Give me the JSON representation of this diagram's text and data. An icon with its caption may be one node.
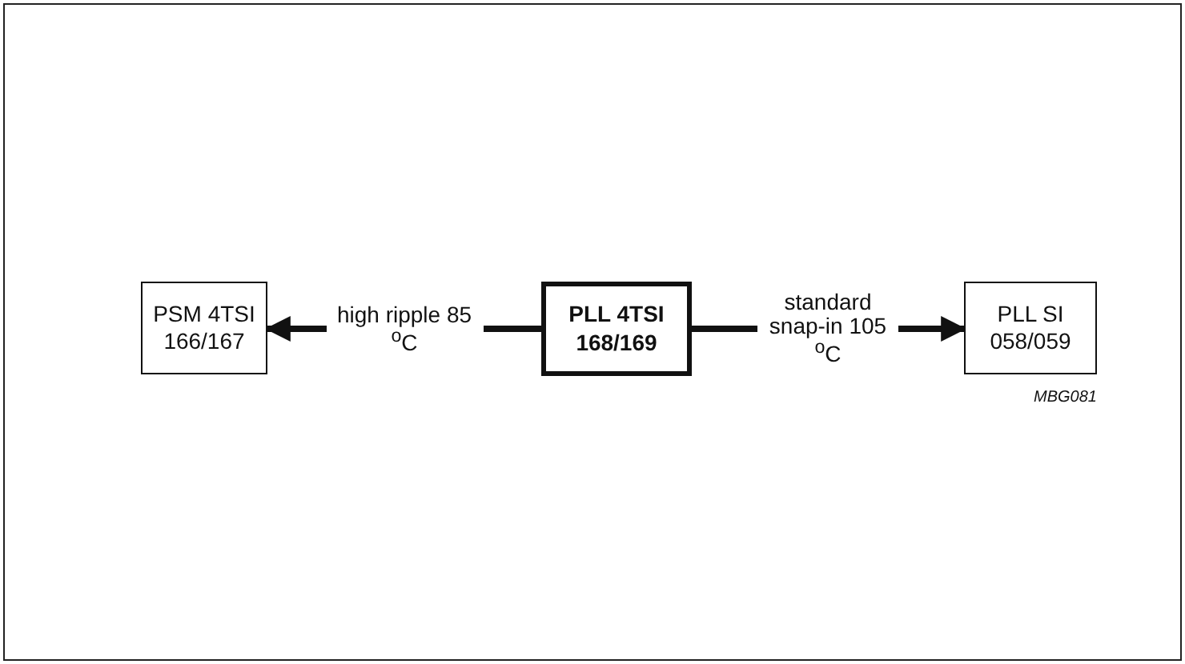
{
  "diagram": {
    "nodes": [
      {
        "text": [
          "PSM 4TSI 166/167"
        ]
      },
      {
        "text": [
          "PLL 4TSI 168/169"
        ]
      },
      {
        "text": [
          "PLL SI 058/059"
        ]
      }
    ],
    "edges": [
      {
        "from": 1,
        "to": 0,
        "arrow": "to",
        "label": "high ripple 85 $^{o}$C"
      },
      {
        "from": 1,
        "to": 2,
        "arrow": "to",
        "label": "standard snap-in 105 $^{o}$C"
      }
    ],
    "labels": [
      "MBG081"
    ]
  }
}
